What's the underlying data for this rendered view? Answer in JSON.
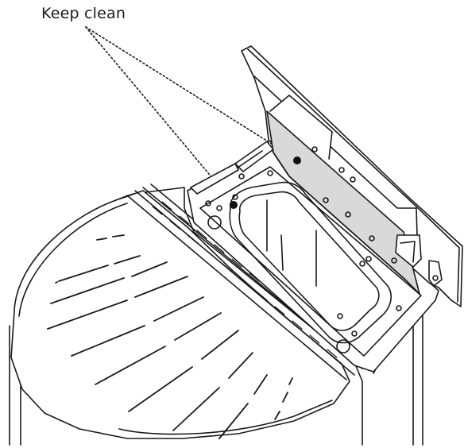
{
  "diagram": {
    "callout_text": "Keep clean",
    "colors": {
      "line": "#1a1a1a",
      "panel_fill": "#d9d9d9",
      "body_fill": "#ffffff",
      "marker": "#111111"
    },
    "icons": [
      "callout-marker",
      "leader-line",
      "hinged-lid",
      "vent-slot"
    ]
  }
}
